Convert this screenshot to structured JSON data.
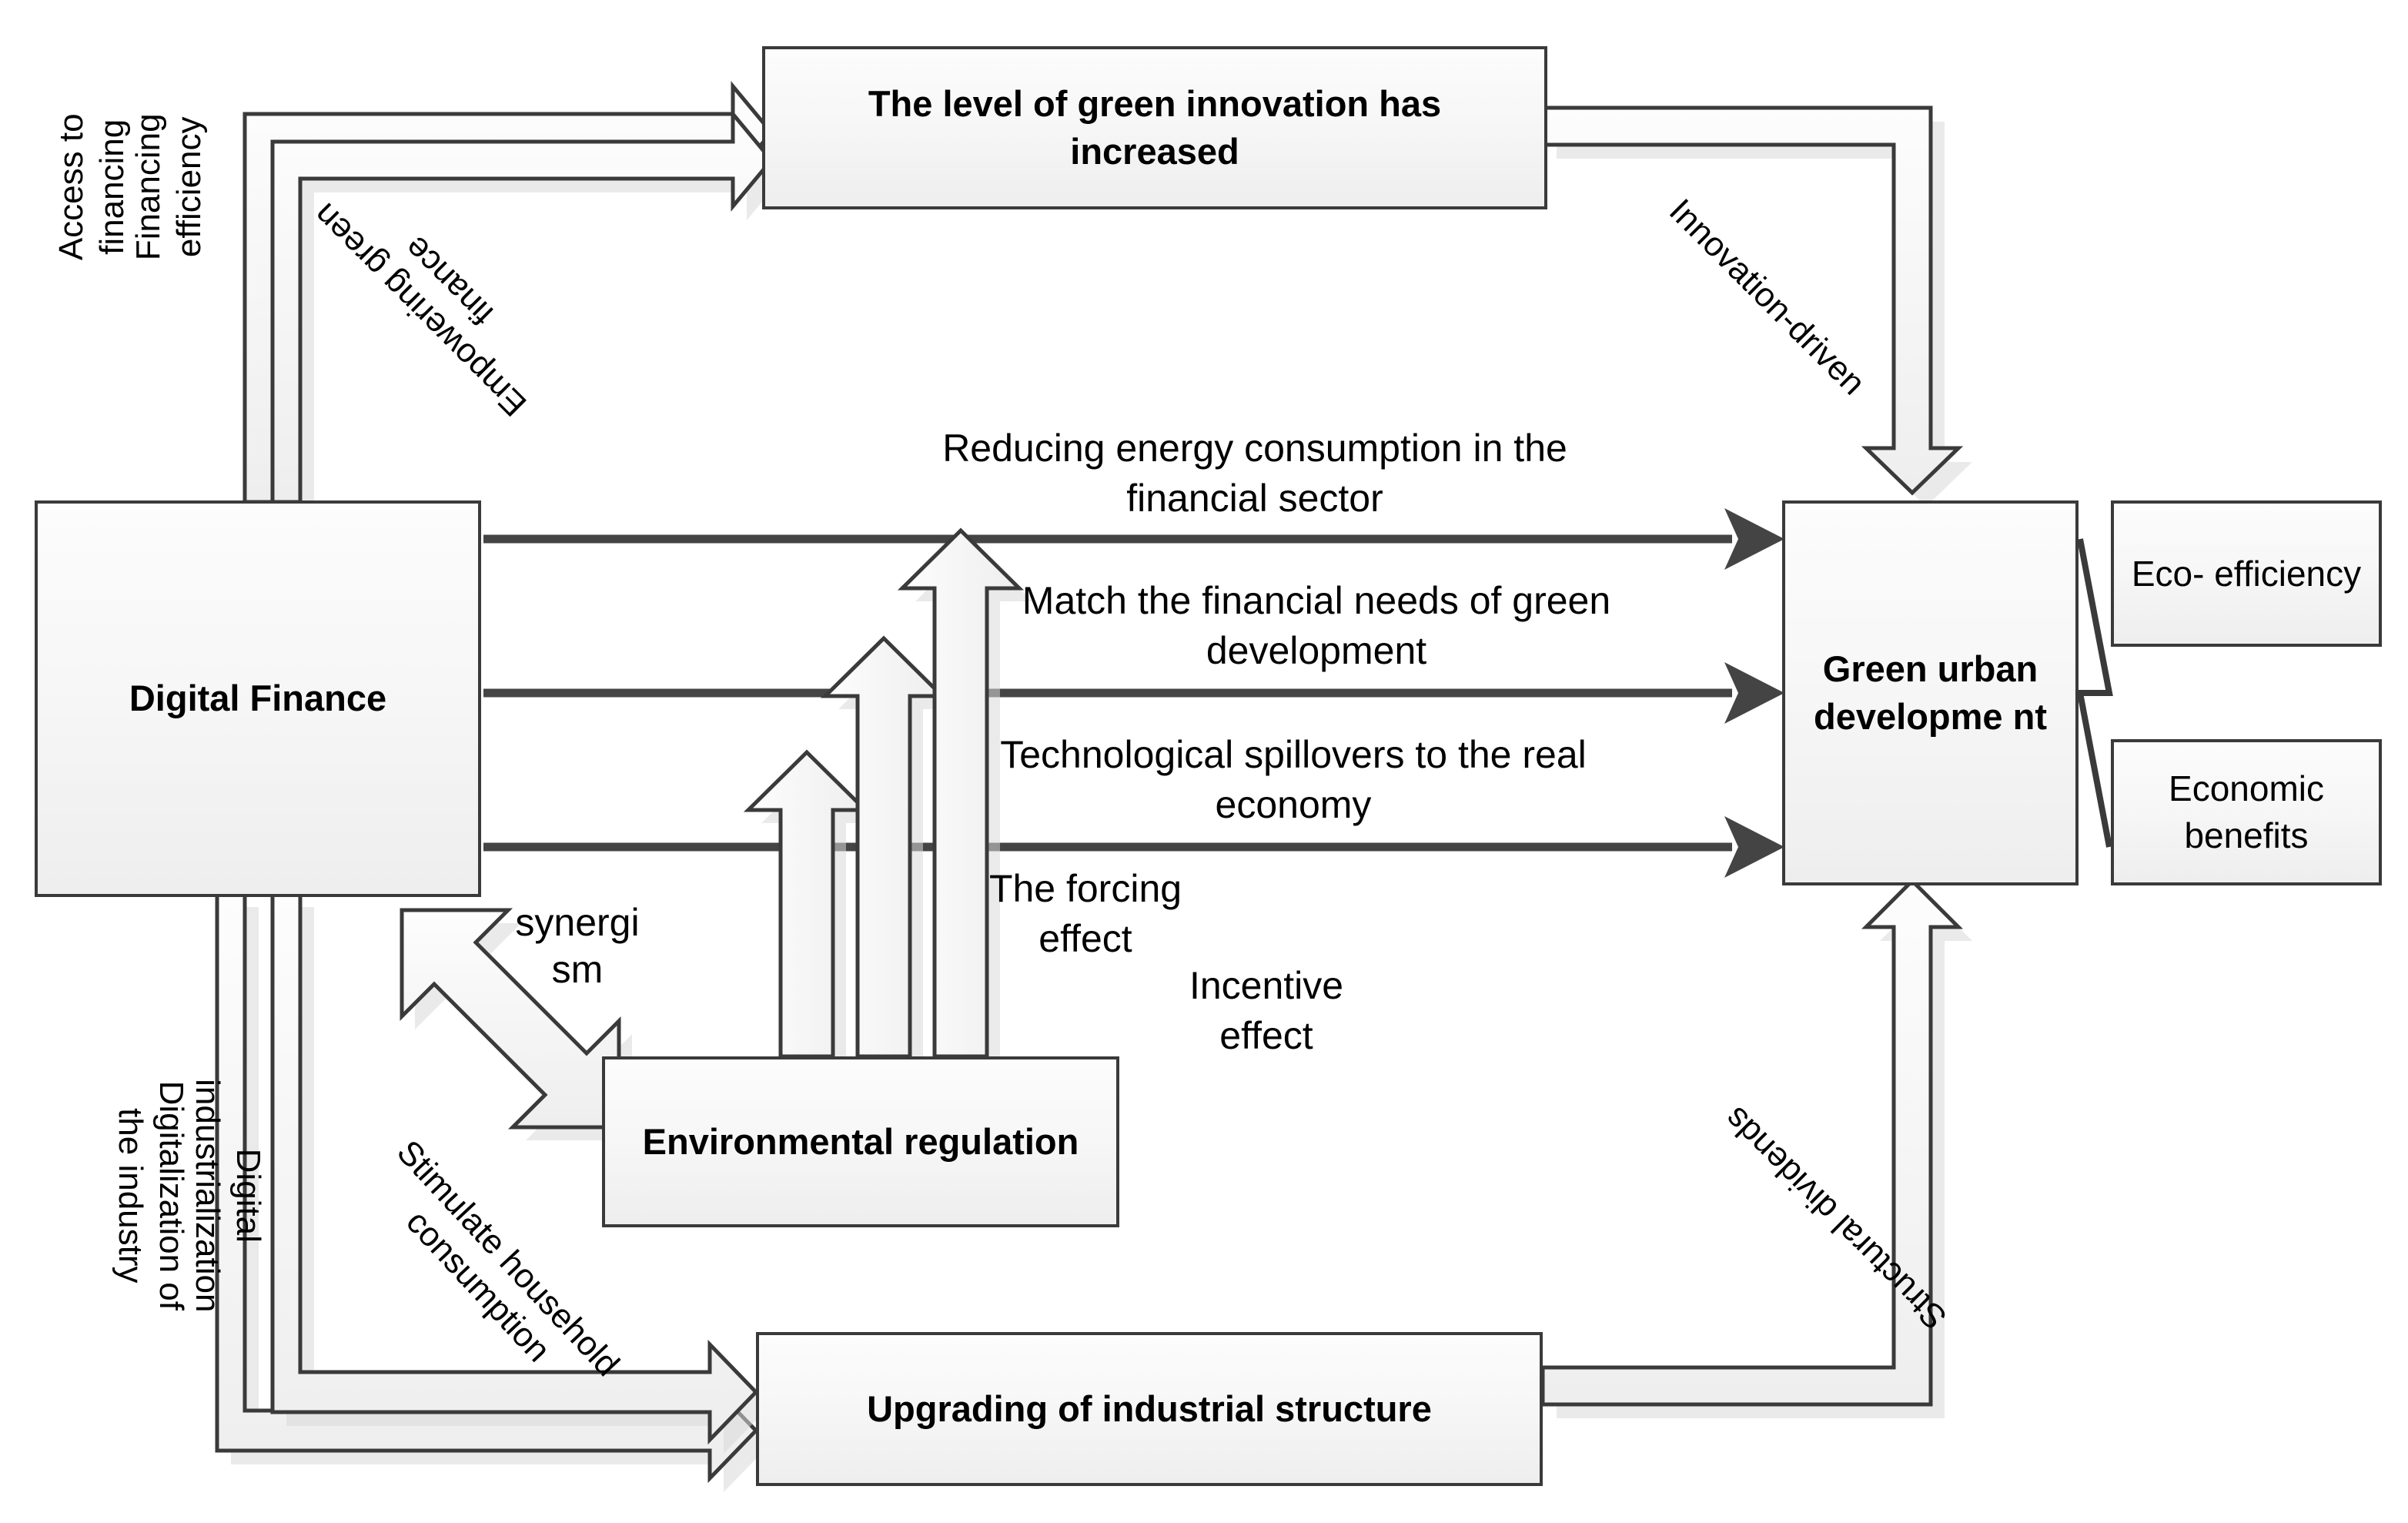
{
  "diagram": {
    "title": "Digital Finance and Green Urban Development mechanism diagram",
    "colors": {
      "stroke": "#3a3a3a",
      "fill_light": "#fcfcfc",
      "fill_dark": "#eeeeee",
      "text": "#000000",
      "solid_arrow": "#444444"
    }
  },
  "nodes": {
    "digital_finance": "Digital Finance",
    "green_innovation": "The level of green innovation has increased",
    "green_urban_development": "Green urban developme nt",
    "environmental_regulation": "Environmental regulation",
    "industrial_structure": "Upgrading of industrial structure",
    "eco_efficiency": "Eco- efficiency",
    "economic_benefits": "Economic benefits"
  },
  "edge_labels": {
    "financing_efficiency": "Financing\nefficiency",
    "access_to_financing": "Access to\nfinancing",
    "empowering_green_finance": "Empowering green\nfinance",
    "innovation_driven": "Innovation-driven",
    "digital_industrialization": "Digital\nindustrialization",
    "digitalization_of_industry": "Digitalization of\nthe industry",
    "stimulate_household_consumption": "Stimulate household\nconsumption",
    "structural_dividends": "Structural dividends",
    "synergism": "synergi\nsm"
  },
  "channel_labels": {
    "reducing_energy": "Reducing energy consumption in the financial sector",
    "match_financial_needs": "Match the financial needs of green development",
    "tech_spillovers": "Technological spillovers to the real economy",
    "forcing_effect": "The forcing effect",
    "incentive_effect": "Incentive effect"
  }
}
